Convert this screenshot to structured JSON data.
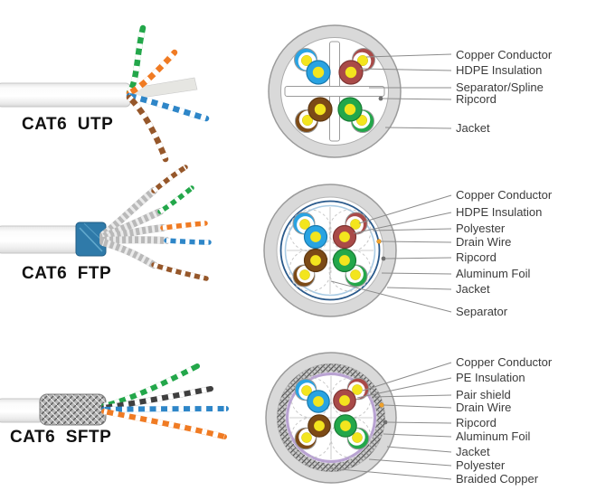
{
  "figure": {
    "background": "#ffffff",
    "sections": [
      {
        "id": "utp",
        "title": "CAT6  UTP",
        "labels": [
          "Copper Conductor",
          "HDPE Insulation",
          "Separator/Spline",
          "Ripcord",
          "Jacket"
        ]
      },
      {
        "id": "ftp",
        "title": "CAT6  FTP",
        "labels": [
          "Copper Conductor",
          "HDPE Insulation",
          "Polyester",
          "Drain Wire",
          "Ripcord",
          "Aluminum Foil",
          "Jacket",
          "Separator"
        ]
      },
      {
        "id": "sftp",
        "title": "CAT6  SFTP",
        "labels": [
          "Copper Conductor",
          "PE Insulation",
          "Pair shield",
          "Drain Wire",
          "Ripcord",
          "Aluminum Foil",
          "Jacket",
          "Polyester",
          "Braided Copper"
        ]
      }
    ],
    "colors": {
      "jacket_gray": "#d9d9d9",
      "outline_gray": "#9b9b9b",
      "pair_blue": "#29a3e2",
      "pair_red": "#a94a48",
      "pair_brown": "#7c4a16",
      "pair_green": "#23a74a",
      "conductor_yellow": "#f3e51e",
      "foil_dark_blue": "#2a5a8c",
      "polyester_light_blue": "#a9cbe4",
      "aluminum_purple": "#b9a3d2",
      "drain_wire_orange": "#f0a22c",
      "cable_orange": "#f07b23",
      "cable_black": "#3f3f3f",
      "leader_line_gray": "#8c8c8c"
    }
  }
}
